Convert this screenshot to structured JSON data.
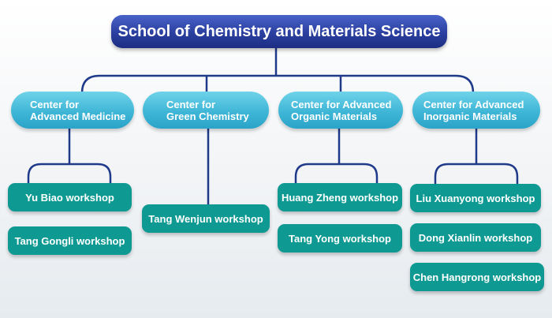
{
  "root": {
    "label": "School of Chemistry and Materials Science"
  },
  "centers": [
    {
      "line1": "Center for",
      "line2": "Advanced Medicine"
    },
    {
      "line1": "Center for",
      "line2": "Green Chemistry"
    },
    {
      "line1": "Center for Advanced",
      "line2": "Organic Materials"
    },
    {
      "line1": "Center for Advanced",
      "line2": "Inorganic Materials"
    }
  ],
  "workshops": [
    {
      "label": "Yu Biao workshop"
    },
    {
      "label": "Tang Gongli workshop"
    },
    {
      "label": "Tang Wenjun workshop"
    },
    {
      "label": "Huang Zheng workshop"
    },
    {
      "label": "Tang Yong workshop"
    },
    {
      "label": "Liu Xuanyong workshop"
    },
    {
      "label": "Dong Xianlin workshop"
    },
    {
      "label": "Chen Hangrong workshop"
    }
  ],
  "colors": {
    "root": "#2a3f9f",
    "center": "#3fb6d6",
    "workshop": "#0e9a93",
    "connector": "#1f3a8a"
  }
}
